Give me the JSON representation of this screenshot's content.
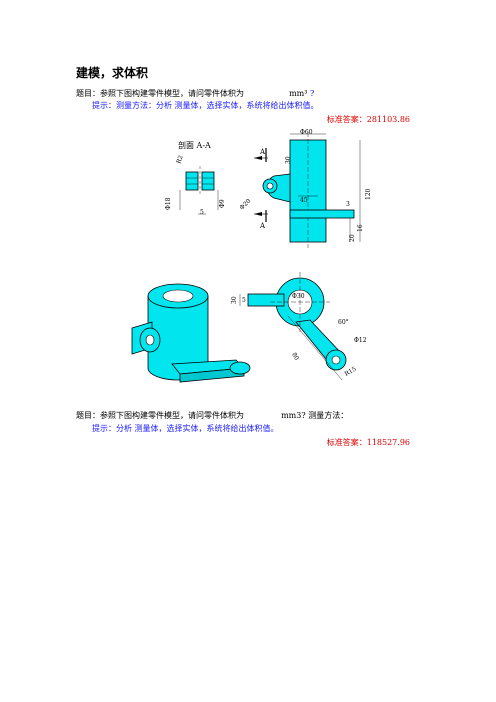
{
  "title": "建模，求体积",
  "q1": {
    "text": "题目：参照下图构建零件模型，请问零件体积为",
    "unit": "mm³",
    "mark": "?",
    "hint": "提示：测量方法：分析 测量体，选择实体，系统将给出体积值。",
    "answer": "标准答案：281103.86"
  },
  "drawing1": {
    "section_label": "剖面 A-A",
    "dims": {
      "d_r2": "R2",
      "d_18": "Φ18",
      "d_9": "Φ9",
      "d_5": "5",
      "d_60": "Φ60",
      "d_30": "30",
      "d_20": "Φ20",
      "d_45": "45",
      "d_3": "3",
      "d_120": "120",
      "d_20b": "20",
      "d_16": "16",
      "a_top": "A",
      "a_bottom": "A"
    }
  },
  "drawing2": {
    "dims": {
      "d_30": "30",
      "d_5": "5",
      "d_30b": "Φ30",
      "d_60deg": "60°",
      "d_12": "Φ12",
      "d_80": "80",
      "d_r15": "R15"
    }
  },
  "q2": {
    "text": "题目：参照下图构建零件模型，请问零件体积为",
    "unit": "mm3?",
    "method": "测量方法：",
    "hint": "提示：分析 测量体，选择实体，系统将给出体积值。",
    "answer": "标准答案：118527.96"
  },
  "colors": {
    "part": "#00e5ee",
    "hint": "#1a1aff",
    "answer": "#e00000"
  }
}
